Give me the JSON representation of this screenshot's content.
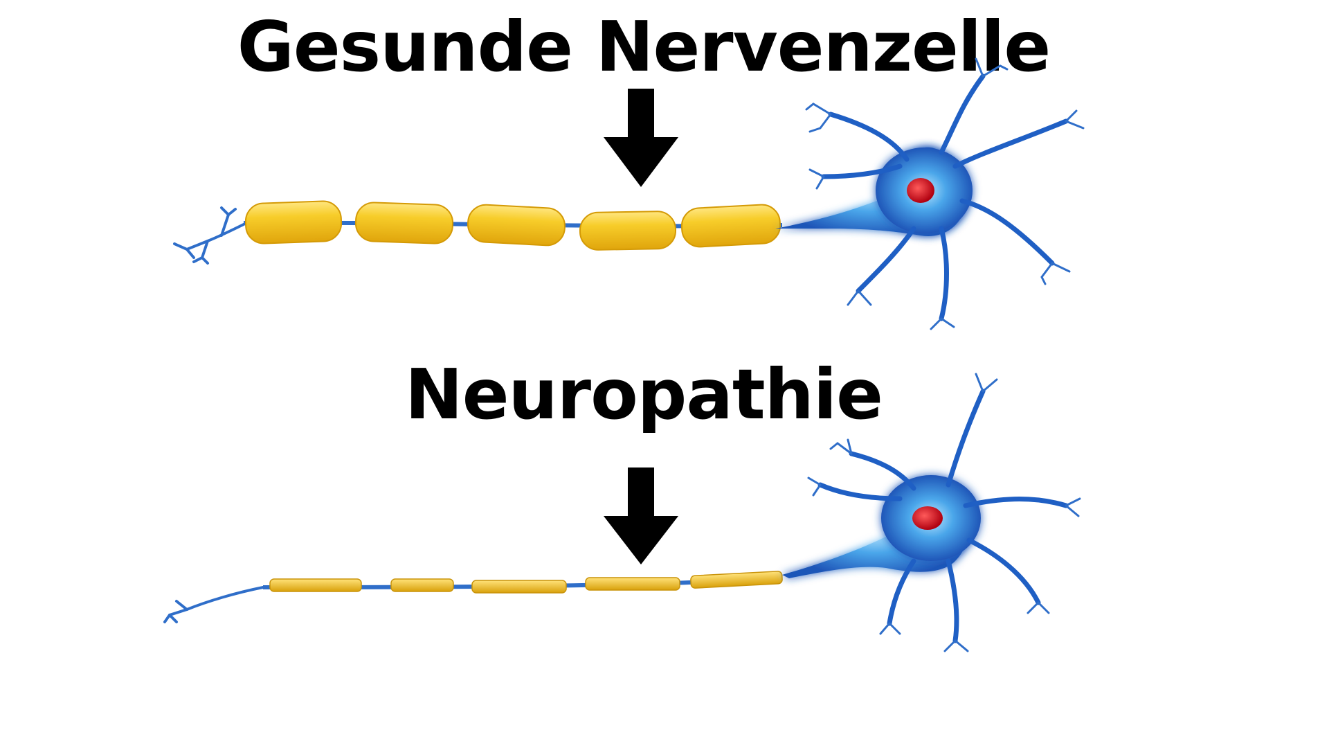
{
  "labels": {
    "healthy": "Gesunde Nervenzelle",
    "neuropathy": "Neuropathie"
  },
  "colors": {
    "background": "#ffffff",
    "text": "#000000",
    "arrow": "#000000",
    "myelin_healthy": "#f5c21b",
    "myelin_healthy_highlight": "#ffe680",
    "myelin_damaged": "#e9b91a",
    "axon": "#2f6ec9",
    "neuron_body": "#1f5fc4",
    "neuron_glow": "#8fd3ff",
    "nucleus": "#d8101a"
  },
  "healthy_neuron": {
    "myelin_segment_count": 5,
    "myelin_state": "intact"
  },
  "damaged_neuron": {
    "myelin_segment_count": 5,
    "myelin_state": "damaged"
  }
}
